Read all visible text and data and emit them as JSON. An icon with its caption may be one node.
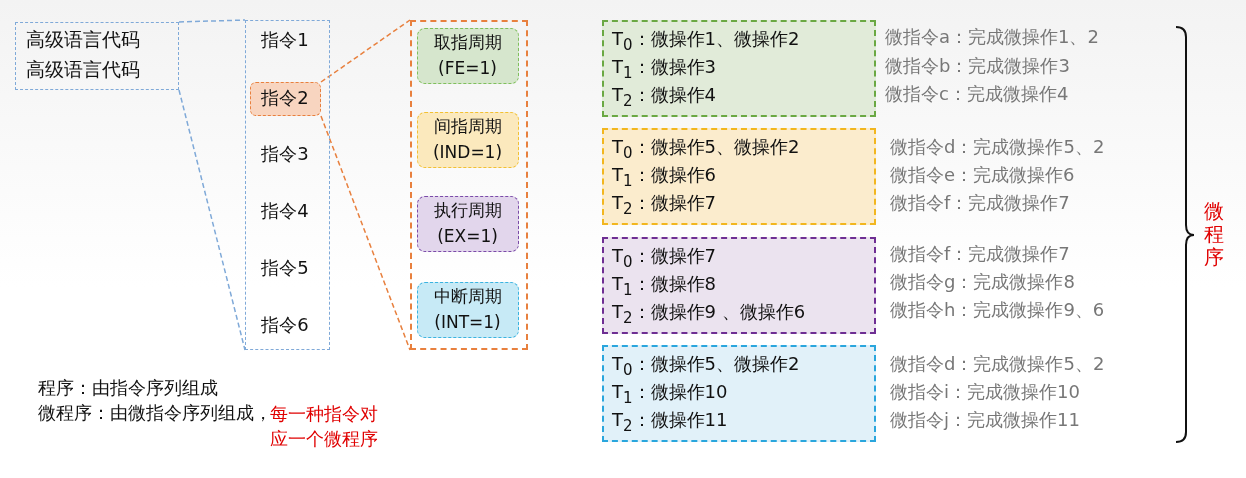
{
  "diagram": {
    "nodes": [
      {
        "text": [
          "高级语言代码",
          "高级语言代码"
        ]
      },
      {
        "text": [],
        "shape": "box"
      },
      {
        "text": [
          "指令1"
        ],
        "in": 1
      },
      {
        "text": [
          "指令2"
        ],
        "in": 1
      },
      {
        "text": [
          "指令3"
        ],
        "in": 1
      },
      {
        "text": [
          "指令4"
        ],
        "in": 1
      },
      {
        "text": [
          "指令5"
        ],
        "in": 1
      },
      {
        "text": [
          "指令6"
        ],
        "in": 1
      },
      {
        "text": [],
        "shape": "box"
      },
      {
        "text": [
          "取指周期",
          "(FE=1)"
        ],
        "in": 8
      },
      {
        "text": [
          "间指周期",
          "(IND=1)"
        ],
        "in": 8
      },
      {
        "text": [
          "执行周期",
          "(EX=1)"
        ],
        "in": 8
      },
      {
        "text": [
          "中断周期",
          "(INT=1)"
        ],
        "in": 8
      },
      {
        "text": [
          "T$_{0}$：微操作1、微操作2",
          "T$_{1}$：微操作3",
          "T$_{2}$：微操作4"
        ],
        "beside": [
          "微指令a：完成微操作1、2",
          "微指令b：完成微操作3",
          "微指令c：完成微操作4"
        ]
      },
      {
        "text": [
          "T$_{0}$：微操作5、微操作2",
          "T$_{1}$：微操作6",
          "T$_{2}$：微操作7"
        ],
        "beside": [
          "微指令d：完成微操作5、2",
          "微指令e：完成微操作6",
          "微指令f：完成微操作7"
        ]
      },
      {
        "text": [
          "T$_{0}$：微操作7",
          "T$_{1}$：微操作8",
          "T$_{2}$：微操作9 、微操作6"
        ],
        "beside": [
          "微指令f：完成微操作7",
          "微指令g：完成微操作8",
          "微指令h：完成微操作9、6"
        ]
      },
      {
        "text": [
          "T$_{0}$：微操作5、微操作2",
          "T$_{1}$：微操作10",
          "T$_{2}$：微操作11"
        ],
        "beside": [
          "微指令d：完成微操作5、2",
          "微指令i：完成微操作10",
          "微指令j：完成微操作11"
        ]
      }
    ],
    "edges": [
      {
        "from": 0,
        "to": 1,
        "arrow": "none",
        "style": "dashed",
        "color": "#7fa9d8"
      },
      {
        "from": 0,
        "to": 1,
        "arrow": "none",
        "style": "dashed",
        "color": "#7fa9d8"
      },
      {
        "from": 3,
        "to": 8,
        "arrow": "none",
        "style": "dashed",
        "color": "#e8803e"
      },
      {
        "from": 3,
        "to": 8,
        "arrow": "none",
        "style": "dashed",
        "color": "#e8803e"
      }
    ],
    "labels": [
      "微程序",
      "程序：由指令序列组成",
      "微程序：由微指令序列组成，",
      "每一种指令对应一个微程序"
    ]
  }
}
